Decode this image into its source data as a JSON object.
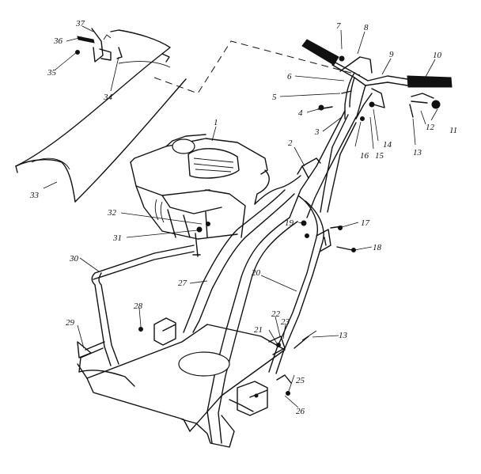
{
  "diagram": {
    "callouts": [
      {
        "id": "1",
        "text": "1"
      },
      {
        "id": "2",
        "text": "2"
      },
      {
        "id": "3",
        "text": "3"
      },
      {
        "id": "4",
        "text": "4"
      },
      {
        "id": "5",
        "text": "5"
      },
      {
        "id": "6",
        "text": "6"
      },
      {
        "id": "7",
        "text": "7"
      },
      {
        "id": "8",
        "text": "8"
      },
      {
        "id": "9",
        "text": "9"
      },
      {
        "id": "10",
        "text": "10"
      },
      {
        "id": "11",
        "text": "11"
      },
      {
        "id": "12",
        "text": "12"
      },
      {
        "id": "13a",
        "text": "13"
      },
      {
        "id": "13b",
        "text": "13"
      },
      {
        "id": "14",
        "text": "14"
      },
      {
        "id": "15",
        "text": "15"
      },
      {
        "id": "16",
        "text": "16"
      },
      {
        "id": "17",
        "text": "17"
      },
      {
        "id": "18",
        "text": "18"
      },
      {
        "id": "19",
        "text": "19"
      },
      {
        "id": "20",
        "text": "20"
      },
      {
        "id": "21",
        "text": "21"
      },
      {
        "id": "22",
        "text": "22"
      },
      {
        "id": "23",
        "text": "23"
      },
      {
        "id": "25",
        "text": "25"
      },
      {
        "id": "26",
        "text": "26"
      },
      {
        "id": "27",
        "text": "27"
      },
      {
        "id": "28",
        "text": "28"
      },
      {
        "id": "29",
        "text": "29"
      },
      {
        "id": "30",
        "text": "30"
      },
      {
        "id": "31",
        "text": "31"
      },
      {
        "id": "32",
        "text": "32"
      },
      {
        "id": "33",
        "text": "33"
      },
      {
        "id": "34",
        "text": "34"
      },
      {
        "id": "35",
        "text": "35"
      },
      {
        "id": "36",
        "text": "36"
      },
      {
        "id": "37",
        "text": "37"
      }
    ]
  }
}
